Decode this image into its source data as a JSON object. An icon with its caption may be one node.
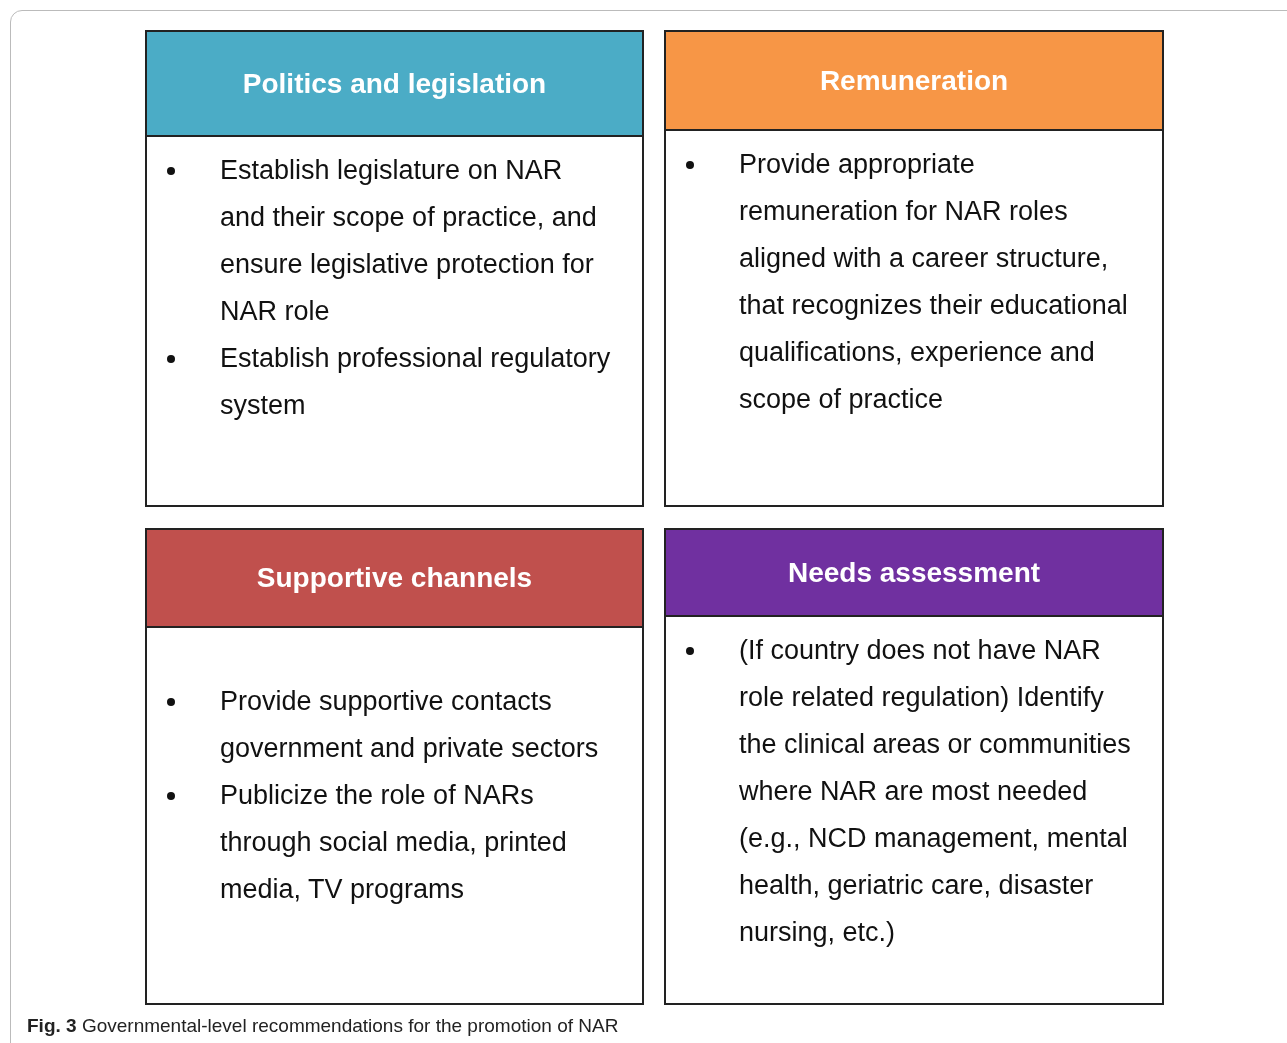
{
  "diagram": {
    "caption": "**Fig. 3** Governmental-level recommendations for the promotion of NAR",
    "nodes": [
      {
        "text": [
          "Politics and legislation",
          "Establish legislature on NAR and their  scope of practice, and ensure legislative protection for NAR role",
          "Establish professional regulatory system"
        ]
      },
      {
        "text": [
          "Remuneration",
          "Provide appropriate remuneration for NAR roles aligned with a career structure, that recognizes their educational qualifications, experience and scope of practice"
        ]
      },
      {
        "text": [
          "Supportive channels",
          "Provide supportive contacts government and private sectors",
          "Publicize the role of NARs through social media, printed media, TV programs"
        ]
      },
      {
        "text": [
          "Needs assessment",
          "(If country does not have NAR role related regulation) Identify the clinical areas or communities where NAR are most needed (e.g., NCD management, mental health, geriatric care, disaster nursing, etc.)"
        ]
      }
    ]
  }
}
